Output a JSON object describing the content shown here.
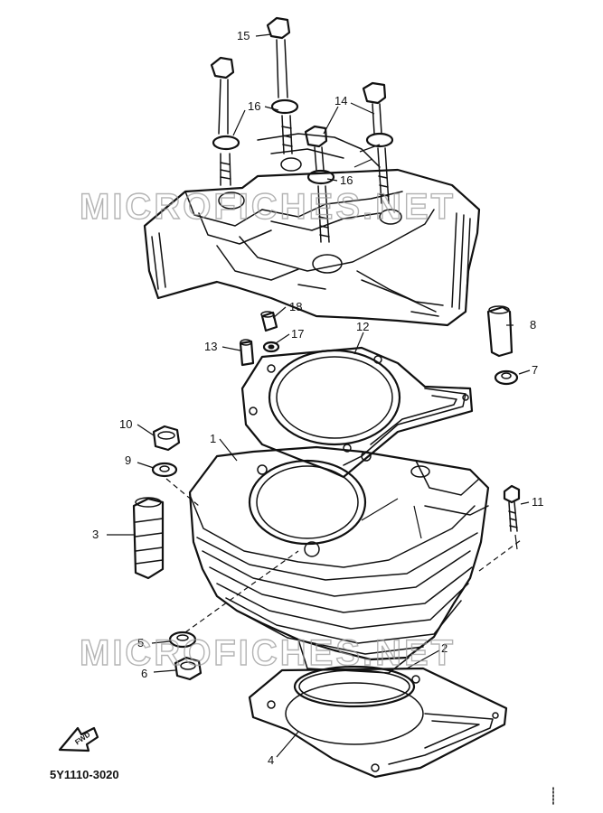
{
  "diagram": {
    "part_code": "5Y1110-3020",
    "watermark": "MICROFICHES.NET",
    "front_arrow_label": "FWD",
    "callouts": [
      "1",
      "2",
      "3",
      "4",
      "5",
      "6",
      "7",
      "8",
      "9",
      "10",
      "11",
      "12",
      "13",
      "14",
      "15",
      "16",
      "16",
      "17",
      "18"
    ]
  }
}
